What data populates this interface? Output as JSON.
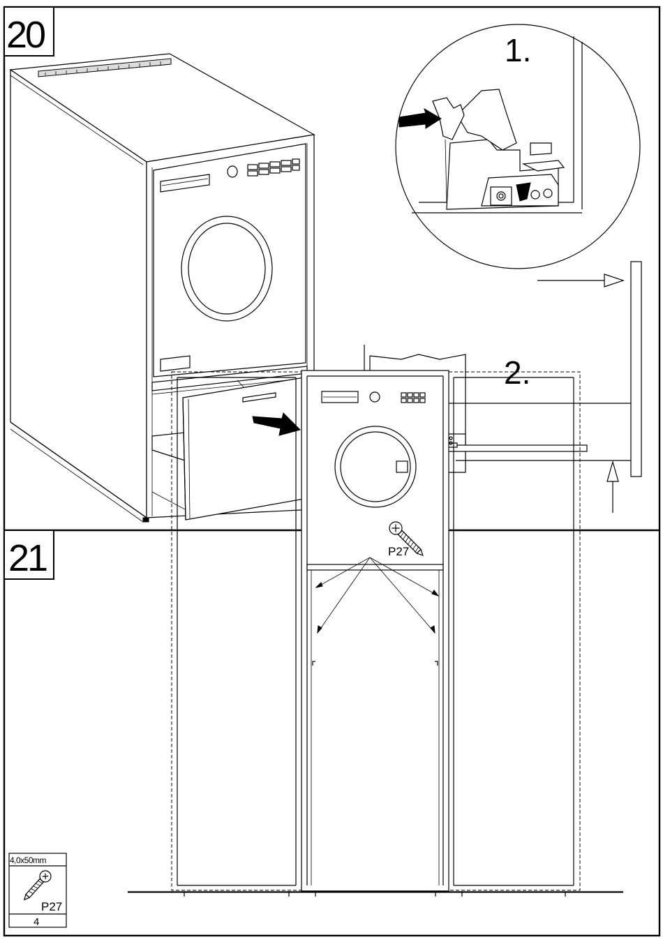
{
  "panels": [
    {
      "step": "20",
      "callouts": [
        "1.",
        "2."
      ]
    },
    {
      "step": "21",
      "part_label": "P27"
    }
  ],
  "part_box": {
    "size": "4,0x50mm",
    "code": "P27",
    "quantity": "4"
  },
  "icons": {
    "move_arrow": "arrow-icon",
    "screw": "screw-icon"
  }
}
